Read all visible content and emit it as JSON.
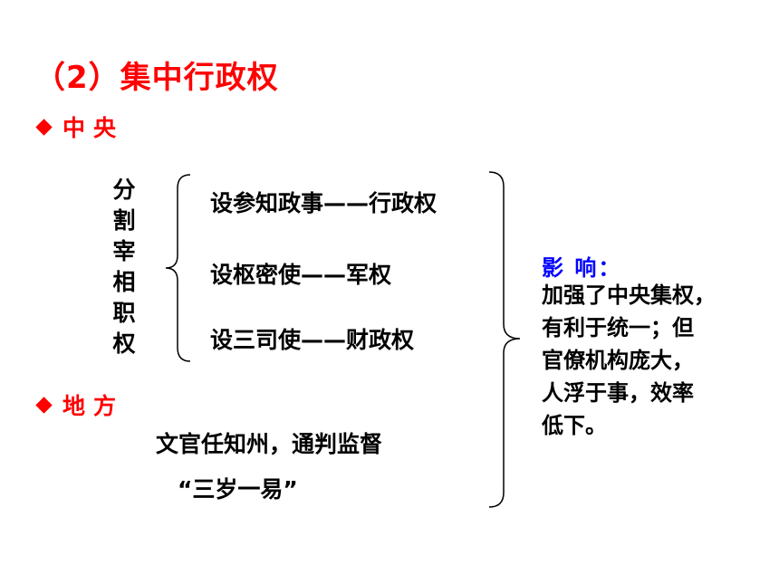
{
  "title": "（2）集中行政权",
  "central": {
    "label": "中央",
    "vertical_text": "分割宰相职权",
    "items": [
      "设参知政事——行政权",
      "设枢密使——军权",
      "设三司使——财政权"
    ]
  },
  "local": {
    "label": "地方",
    "lines": [
      "文官任知州，通判监督",
      "“三岁一易”"
    ]
  },
  "impact": {
    "heading": "影 响：",
    "lines": [
      "加强了中央集权，",
      "有利于统一；但",
      "官僚机构庞大，",
      "人浮于事，效率",
      "低下。"
    ]
  },
  "colors": {
    "title": "#ff0000",
    "section": "#ff0000",
    "impact_heading": "#0000ff",
    "text": "#000000"
  }
}
